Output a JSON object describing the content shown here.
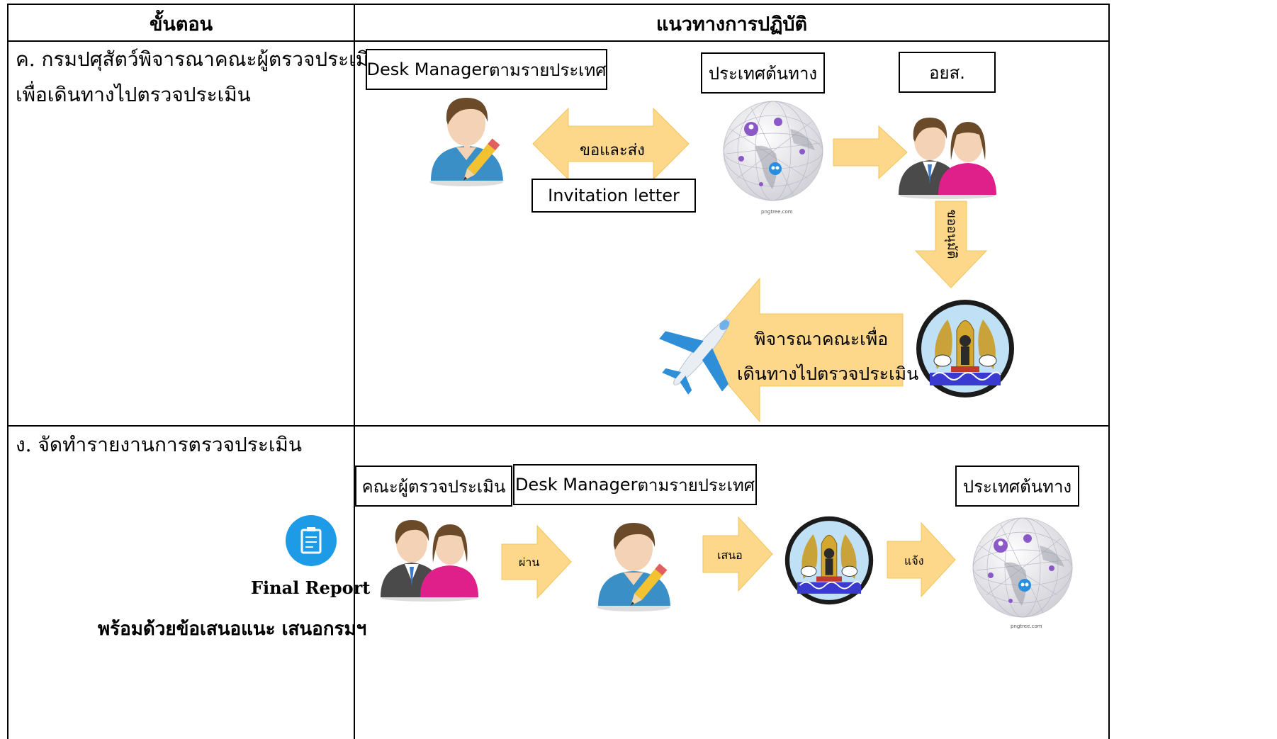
{
  "table": {
    "header_step": "ขั้นตอน",
    "header_guideline": "แนวทางการปฏิบัติ"
  },
  "row_c": {
    "step_line1": "ค. กรมปศุสัตว์พิจารณาคณะผู้ตรวจประเมิน",
    "step_line2": "เพื่อเดินทางไปตรวจประเมิน",
    "box_desk_manager_en": "Desk Manager",
    "box_desk_manager_th": " ตามรายประเทศ",
    "box_origin_country": "ประเทศต้นทาง",
    "box_dg": "อยส.",
    "box_invitation": "Invitation letter",
    "arrow_request_send": "ขอและส่ง",
    "arrow_ask_approval": "ขออนุมัติ",
    "arrow_consider_line1": "พิจารณาคณะเพื่อ",
    "arrow_consider_line2": "เดินทางไปตรวจประเมิน",
    "globe_watermark": "pngtree.com"
  },
  "row_d": {
    "step_title": "ง. จัดทำรายงานการตรวจประเมิน",
    "final_report": "Final Report",
    "with_suggestions": "พร้อมด้วยข้อเสนอแนะ เสนอกรมฯ",
    "box_team": "คณะผู้ตรวจประเมิน",
    "box_desk_manager_en": "Desk Manager",
    "box_desk_manager_th": " ตามรายประเทศ",
    "box_origin_country": "ประเทศต้นทาง",
    "arrow_via": "ผ่าน",
    "arrow_propose": "เสนอ",
    "arrow_inform": "แจ้ง",
    "globe_watermark": "pngtree.com"
  },
  "colors": {
    "arrow_fill": "#fdd88a",
    "arrow_stroke": "#f2c45c",
    "person_blue": "#3a8fc7",
    "person_magenta": "#e0208a",
    "report_icon_blue": "#1e9be6"
  },
  "icons": [
    "user-pencil-icon",
    "globe-network-icon",
    "couple-icon",
    "airplane-icon",
    "department-seal-icon",
    "report-clipboard-icon"
  ]
}
